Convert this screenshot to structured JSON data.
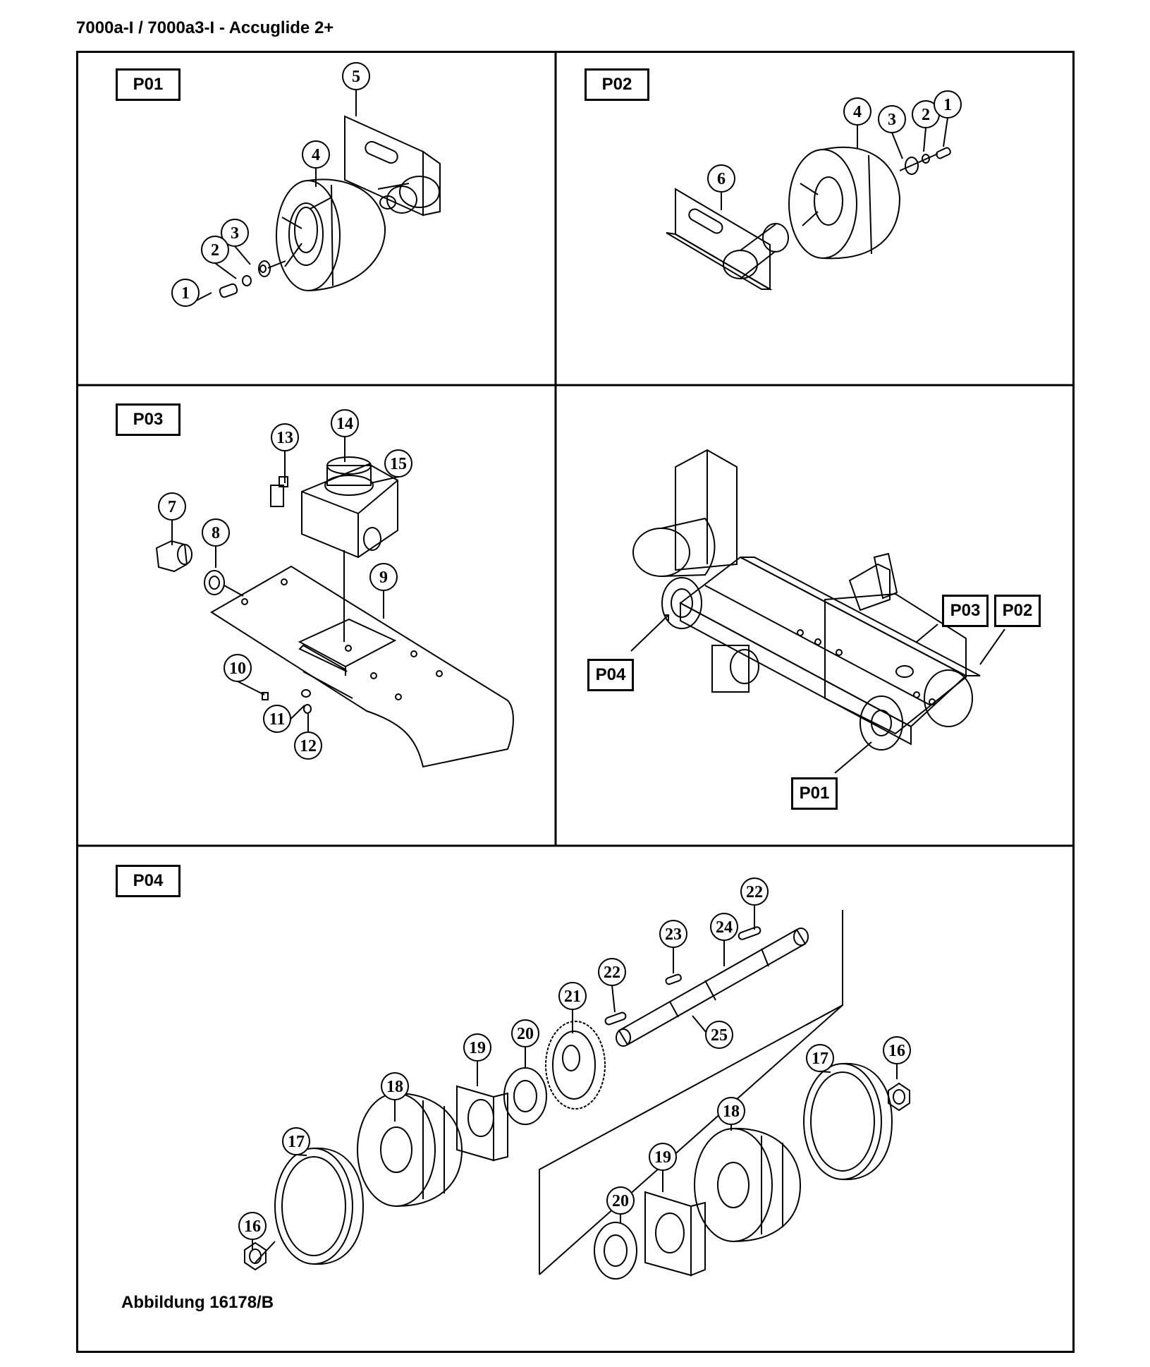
{
  "document_title": "7000a-I / 7000a3-I - Accuglide 2+",
  "figure_caption": "Abbildung 16178/B",
  "panels": [
    {
      "id": "P01",
      "label": "P01",
      "callouts": [
        "5",
        "4",
        "3",
        "2",
        "1"
      ]
    },
    {
      "id": "P02",
      "label": "P02",
      "callouts": [
        "4",
        "3",
        "2",
        "1",
        "6"
      ]
    },
    {
      "id": "P03",
      "label": "P03",
      "callouts": [
        "14",
        "13",
        "15",
        "7",
        "8",
        "9",
        "10",
        "11",
        "12"
      ]
    },
    {
      "id": "overview",
      "label": "",
      "callouts": []
    },
    {
      "id": "P04",
      "label": "P04",
      "callouts": [
        "22",
        "23",
        "24",
        "22",
        "21",
        "25",
        "20",
        "19",
        "18",
        "17",
        "16",
        "17",
        "16",
        "18",
        "19",
        "20"
      ]
    }
  ],
  "overview_tags": [
    "P03",
    "P02",
    "P04",
    "P01"
  ]
}
